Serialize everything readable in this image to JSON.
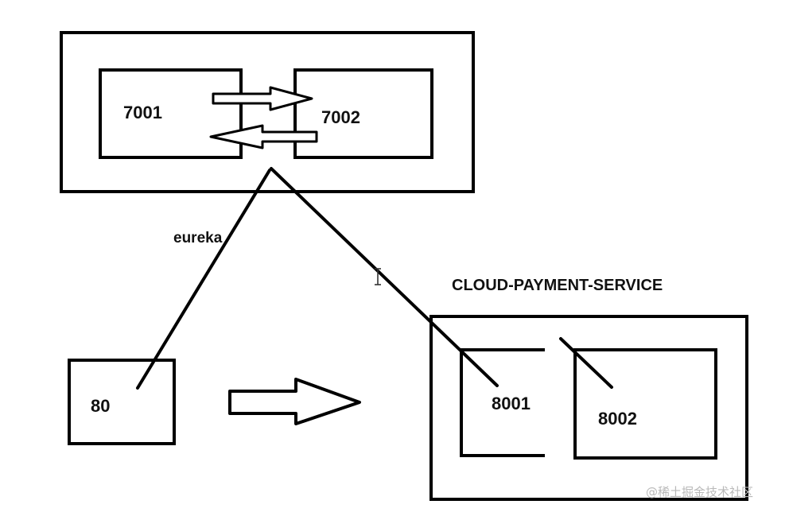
{
  "diagram": {
    "eureka_cluster": {
      "node_a": "7001",
      "node_b": "7002"
    },
    "eureka_label": "eureka",
    "consumer": {
      "port": "80"
    },
    "payment_service": {
      "title": "CLOUD-PAYMENT-SERVICE",
      "node_a": "8001",
      "node_b": "8002"
    },
    "watermark": "@稀土掘金技术社区"
  }
}
